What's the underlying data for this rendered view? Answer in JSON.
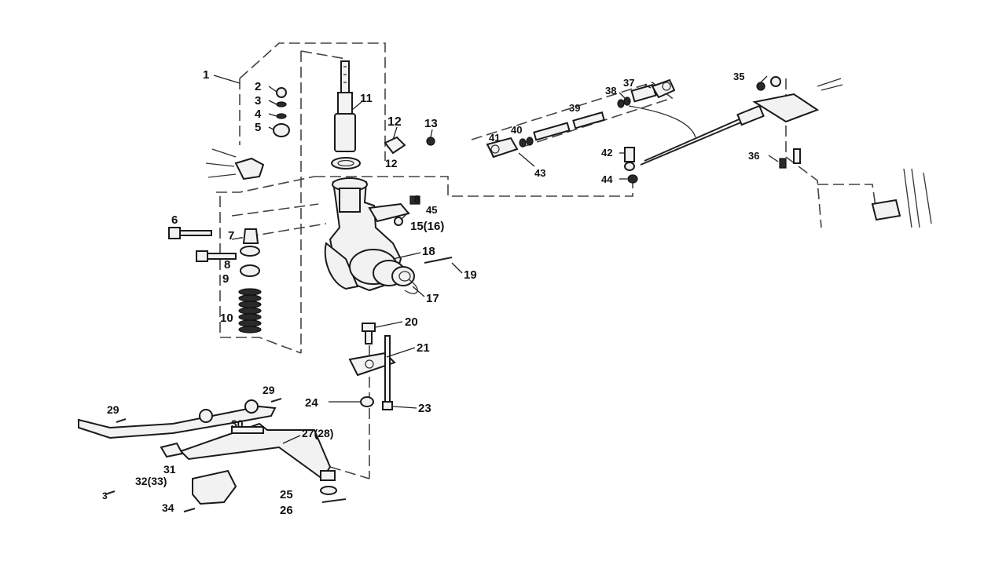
{
  "diagram": {
    "labels": [
      {
        "id": "c1",
        "text": "1"
      },
      {
        "id": "c2",
        "text": "2"
      },
      {
        "id": "c3",
        "text": "3"
      },
      {
        "id": "c4",
        "text": "4"
      },
      {
        "id": "c5",
        "text": "5"
      },
      {
        "id": "c6",
        "text": "6"
      },
      {
        "id": "c7",
        "text": "7"
      },
      {
        "id": "c8",
        "text": "8"
      },
      {
        "id": "c9",
        "text": "9"
      },
      {
        "id": "c10",
        "text": "10"
      },
      {
        "id": "c11",
        "text": "11"
      },
      {
        "id": "c12",
        "text": "12"
      },
      {
        "id": "c12b",
        "text": "12"
      },
      {
        "id": "c13",
        "text": "13"
      },
      {
        "id": "c14",
        "text": "8"
      },
      {
        "id": "c45",
        "text": "45"
      },
      {
        "id": "c15",
        "text": "15(16)"
      },
      {
        "id": "c18",
        "text": "18"
      },
      {
        "id": "c19",
        "text": "19"
      },
      {
        "id": "c17",
        "text": "17"
      },
      {
        "id": "c20",
        "text": "20"
      },
      {
        "id": "c21",
        "text": "21"
      },
      {
        "id": "c24",
        "text": "24"
      },
      {
        "id": "c23",
        "text": "23"
      },
      {
        "id": "c29a",
        "text": "29"
      },
      {
        "id": "c29b",
        "text": "29"
      },
      {
        "id": "c30",
        "text": "30"
      },
      {
        "id": "c27",
        "text": "27(28)"
      },
      {
        "id": "c31",
        "text": "31"
      },
      {
        "id": "c32",
        "text": "32(33)"
      },
      {
        "id": "c25",
        "text": "25"
      },
      {
        "id": "c34",
        "text": "34"
      },
      {
        "id": "c26",
        "text": "26"
      },
      {
        "id": "c35",
        "text": "35"
      },
      {
        "id": "c36",
        "text": "36"
      },
      {
        "id": "c37",
        "text": "37"
      },
      {
        "id": "c38",
        "text": "38"
      },
      {
        "id": "c39",
        "text": "39"
      },
      {
        "id": "c40",
        "text": "40"
      },
      {
        "id": "c41",
        "text": "41"
      },
      {
        "id": "c43",
        "text": "43"
      },
      {
        "id": "c42",
        "text": "42"
      },
      {
        "id": "c44",
        "text": "44"
      },
      {
        "id": "c3b",
        "text": "3"
      }
    ]
  }
}
